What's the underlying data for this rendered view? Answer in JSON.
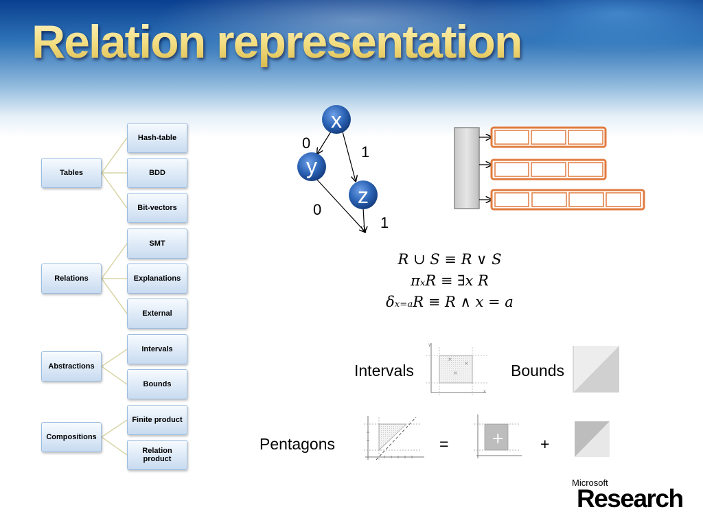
{
  "title": "Relation representation",
  "tree": {
    "groups": [
      {
        "label": "Tables",
        "children": [
          "Hash-table",
          "BDD",
          "Bit-vectors"
        ]
      },
      {
        "label": "Relations",
        "children": [
          "SMT",
          "Explanations",
          "External"
        ]
      },
      {
        "label": "Abstractions",
        "children": [
          "Intervals",
          "Bounds"
        ]
      },
      {
        "label": "Compositions",
        "children": [
          "Finite product",
          "Relation product"
        ]
      }
    ]
  },
  "bdd": {
    "nodes": [
      "x",
      "y",
      "z"
    ],
    "edge_labels": {
      "x_to_y": "0",
      "x_to_z": "1",
      "y_to_end": "0",
      "z_to_end": "1"
    }
  },
  "formulas": [
    "R ∪ S ≡ R ∨ S",
    "πₓR ≡ ∃x R",
    "δₓ₌ₐR ≡ R ∧ x = a"
  ],
  "domains": {
    "intervals_label": "Intervals",
    "bounds_label": "Bounds",
    "pentagons_label": "Pentagons",
    "equals": "=",
    "plus": "+",
    "plot_axis_x": "x",
    "plot_axis_y": "y"
  },
  "logo": {
    "small": "Microsoft",
    "big": "Research"
  },
  "colors": {
    "node_blue": "#2b63b5",
    "bitvector_orange": "#e07b3e",
    "title_gold": "#f2dc7e"
  }
}
